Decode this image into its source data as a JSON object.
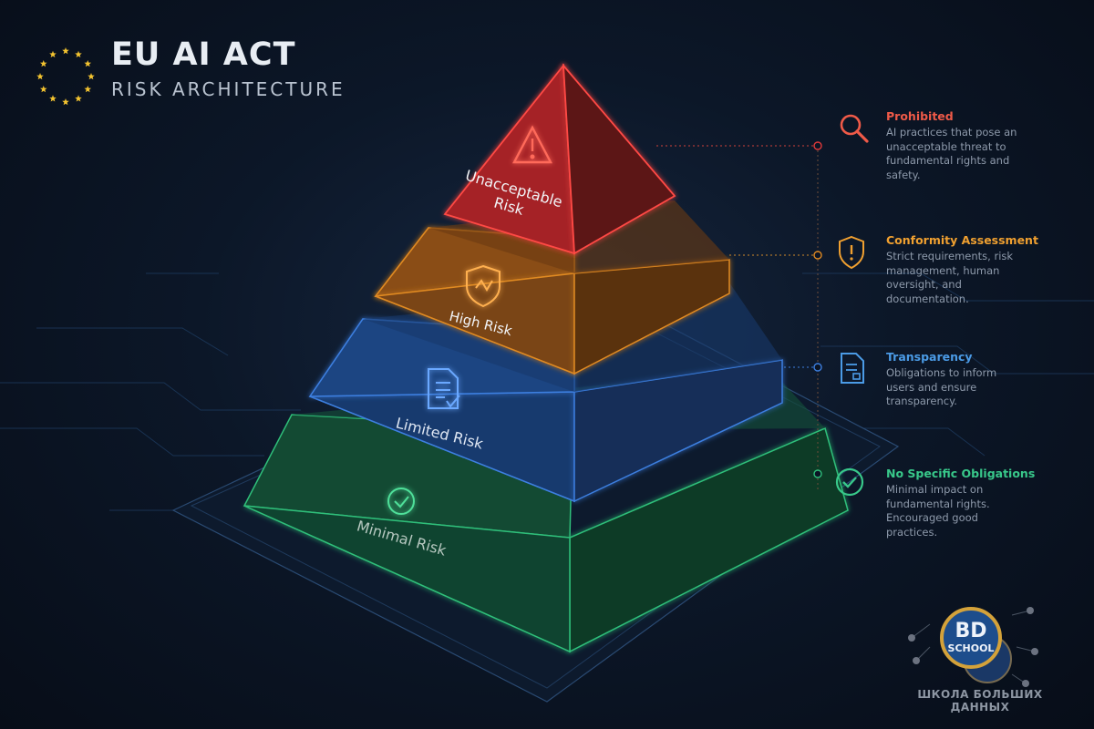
{
  "title": {
    "main": "EU AI ACT",
    "sub": "RISK ARCHITECTURE"
  },
  "tiers": [
    {
      "id": "unacceptable",
      "label_line1": "Unacceptable",
      "label_line2": "Risk",
      "icon": "warning-triangle-icon",
      "color": "#e0393a"
    },
    {
      "id": "high",
      "label": "High Risk",
      "icon": "shield-icon",
      "color": "#e08a22"
    },
    {
      "id": "limited",
      "label": "Limited Risk",
      "icon": "document-icon",
      "color": "#3d7fe0"
    },
    {
      "id": "minimal",
      "label": "Minimal Risk",
      "icon": "check-circle-icon",
      "color": "#2fbf7a"
    }
  ],
  "legend": [
    {
      "heading": "Prohibited",
      "icon": "magnifier-icon",
      "color": "#ef5a48",
      "desc": "AI practices that pose an unacceptable threat to fundamental rights and safety."
    },
    {
      "heading": "Conformity Assessment",
      "icon": "shield-alert-icon",
      "color": "#f0a030",
      "desc": "Strict requirements, risk management, human oversight, and documentation."
    },
    {
      "heading": "Transparency",
      "icon": "document-icon",
      "color": "#4b9be6",
      "desc": "Obligations to inform users and ensure transparency."
    },
    {
      "heading": "No Specific Obligations",
      "icon": "check-circle-icon",
      "color": "#38c88a",
      "desc": "Minimal impact on fundamental rights. Encouraged good practices."
    }
  ],
  "logo": {
    "line1": "BD",
    "line2": "SCHOOL",
    "caption": "ШКОЛА БОЛЬШИХ ДАННЫХ"
  }
}
